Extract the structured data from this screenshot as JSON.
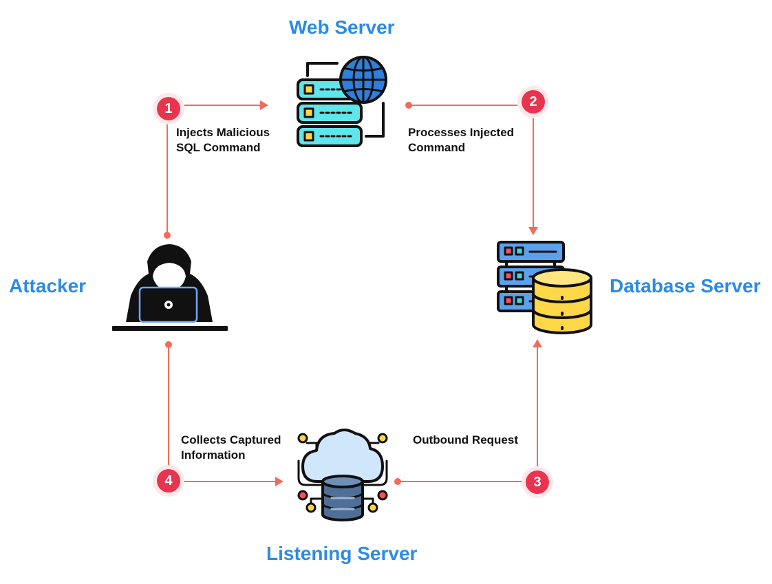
{
  "colors": {
    "title": "#2b8be6",
    "arrow": "#f26b5b",
    "badge": "#e8344e",
    "outline": "#111111",
    "server_cyan": "#5ee6ea",
    "globe_blue": "#2f7fdc",
    "db_blue": "#5aa2ee",
    "db_yellow": "#ffd84a",
    "cloud": "#cfe6fb",
    "cloud_db": "#4f6f96"
  },
  "nodes": {
    "web_server": {
      "title": "Web Server",
      "icon": "web-server-globe-icon"
    },
    "database_server": {
      "title": "Database Server",
      "icon": "database-server-icon"
    },
    "attacker": {
      "title": "Attacker",
      "icon": "hooded-hacker-laptop-icon"
    },
    "listening_server": {
      "title": "Listening Server",
      "icon": "cloud-database-icon"
    }
  },
  "steps": [
    {
      "number": "1",
      "lines": [
        "Injects Malicious",
        "SQL Command"
      ]
    },
    {
      "number": "2",
      "lines": [
        "Processes Injected",
        "Command"
      ]
    },
    {
      "number": "3",
      "lines": [
        "Outbound Request"
      ]
    },
    {
      "number": "4",
      "lines": [
        "Collects Captured",
        "Information"
      ]
    }
  ]
}
